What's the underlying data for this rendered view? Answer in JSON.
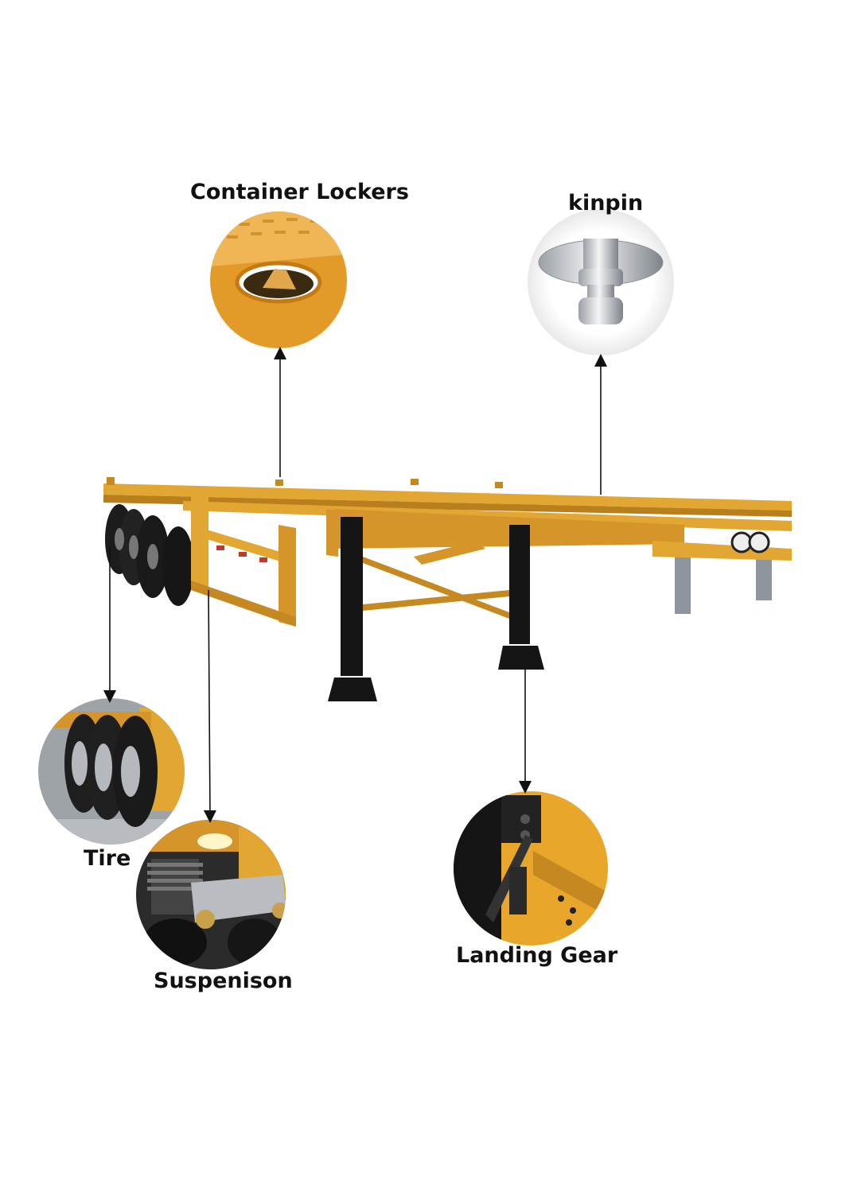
{
  "labels": {
    "container_lockers": "Container Lockers",
    "kingpin": "kinpin",
    "tire": "Tire",
    "suspension": "Suspenison",
    "landing_gear": "Landing Gear"
  },
  "colors": {
    "frame": "#E2A632",
    "frame_dark": "#B97F1C",
    "tire": "#1c1c1c",
    "leg": "#151515",
    "steel": "#c9ccd0",
    "text": "#111111",
    "arrow": "#111111"
  },
  "icons": [
    "trailer-chassis",
    "container-locker-photo",
    "kingpin-photo",
    "tire-photo",
    "suspension-photo",
    "landing-gear-photo"
  ]
}
